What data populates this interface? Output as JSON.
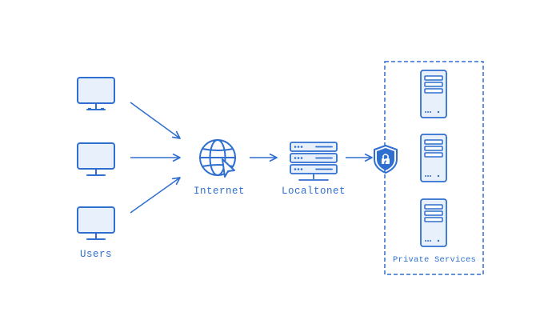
{
  "labels": {
    "users": "Users",
    "internet": "Internet",
    "localtonet": "Localtonet",
    "private_services": "Private Services"
  },
  "icons": {
    "user_device": "monitor-icon",
    "internet": "globe-cursor-icon",
    "localtonet": "server-rack-icon",
    "security": "shield-lock-icon",
    "service": "server-tower-icon"
  },
  "colors": {
    "primary": "#2f6fcf",
    "fill": "#e8f0fb"
  }
}
